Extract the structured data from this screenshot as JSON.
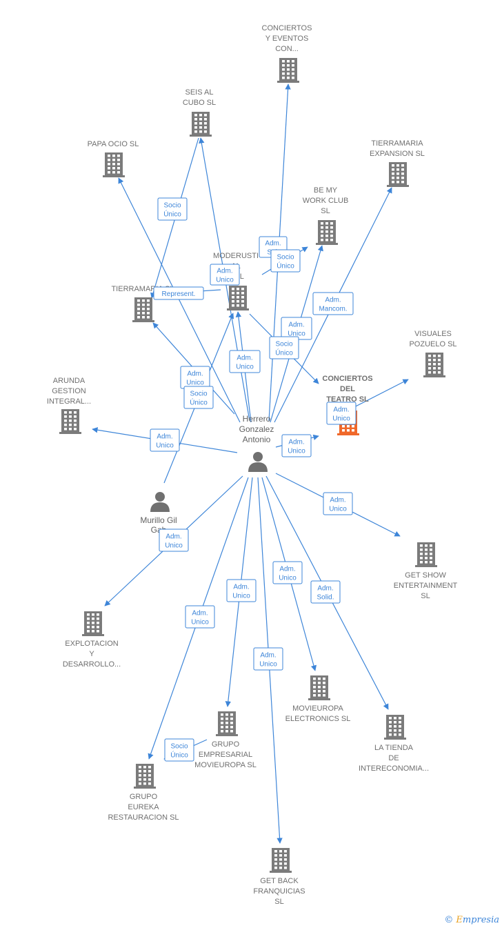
{
  "colors": {
    "edge": "#3d85d8",
    "building": "#7b7b7b",
    "building_focus": "#f0682a",
    "person": "#707070",
    "label": "#6f6f6f"
  },
  "nodes": [
    {
      "id": "conciertos_eventos",
      "kind": "company",
      "label": [
        "CONCIERTOS",
        "Y EVENTOS",
        "CON..."
      ]
    },
    {
      "id": "seis_al_cubo",
      "kind": "company",
      "label": [
        "SEIS AL",
        "CUBO SL"
      ]
    },
    {
      "id": "papa_ocio",
      "kind": "company",
      "label": [
        "PAPA OCIO SL"
      ]
    },
    {
      "id": "tierramaria_expansion",
      "kind": "company",
      "label": [
        "TIERRAMARIA",
        "EXPANSION SL"
      ]
    },
    {
      "id": "be_my_work_club",
      "kind": "company",
      "label": [
        "BE MY",
        "WORK CLUB",
        "SL"
      ]
    },
    {
      "id": "moderustic",
      "kind": "company",
      "label": [
        "MODERUSTI",
        "AL",
        "E  SL"
      ]
    },
    {
      "id": "tierramaria_sl",
      "kind": "company",
      "label": [
        "TIERRAMARIA SL"
      ]
    },
    {
      "id": "visuales_pozuelo",
      "kind": "company",
      "label": [
        "VISUALES",
        "POZUELO SL"
      ]
    },
    {
      "id": "conciertos_teatro",
      "kind": "focus",
      "label": [
        "CONCIERTOS",
        "DEL",
        "TEATRO  SL"
      ]
    },
    {
      "id": "arunda",
      "kind": "company",
      "label": [
        "ARUNDA",
        "GESTION",
        "INTEGRAL..."
      ]
    },
    {
      "id": "herrero",
      "kind": "person",
      "label": [
        "Herrero",
        "Gonzalez",
        "Antonio"
      ]
    },
    {
      "id": "murillo",
      "kind": "person",
      "label": [
        "Murillo Gil",
        "Gab"
      ]
    },
    {
      "id": "get_show",
      "kind": "company",
      "label": [
        "GET SHOW",
        "ENTERTAINMENT",
        "SL"
      ]
    },
    {
      "id": "explotacion",
      "kind": "company",
      "label": [
        "EXPLOTACION",
        "Y",
        "DESARROLLO..."
      ]
    },
    {
      "id": "movieuropa_electronics",
      "kind": "company",
      "label": [
        "MOVIEUROPA",
        "ELECTRONICS SL"
      ]
    },
    {
      "id": "grupo_empresarial",
      "kind": "company",
      "label": [
        "GRUPO",
        "EMPRESARIAL",
        "MOVIEUROPA SL"
      ]
    },
    {
      "id": "la_tienda",
      "kind": "company",
      "label": [
        "LA TIENDA",
        "DE",
        "INTERECONOMIA..."
      ]
    },
    {
      "id": "grupo_eureka",
      "kind": "company",
      "label": [
        "GRUPO",
        "EUREKA",
        "RESTAURACION SL"
      ]
    },
    {
      "id": "get_back",
      "kind": "company",
      "label": [
        "GET BACK",
        "FRANQUICIAS",
        "SL"
      ]
    }
  ],
  "edges": [
    {
      "from": "herrero",
      "to": "conciertos_eventos",
      "label": [
        "Adm.",
        "Sol."
      ]
    },
    {
      "from": "herrero",
      "to": "seis_al_cubo",
      "label": [
        "Adm.",
        "Unico"
      ]
    },
    {
      "from": "seis_al_cubo",
      "to": "tierramaria_sl",
      "label": [
        "Socio",
        "Único"
      ]
    },
    {
      "from": "herrero",
      "to": "papa_ocio",
      "label": [
        "Adm.",
        "Unico"
      ]
    },
    {
      "from": "herrero",
      "to": "tierramaria_expansion",
      "label": [
        "Adm.",
        "Mancom."
      ]
    },
    {
      "from": "herrero",
      "to": "be_my_work_club",
      "label": [
        "Adm.",
        "Unico"
      ]
    },
    {
      "from": "herrero",
      "to": "moderustic",
      "label": [
        "Adm.",
        "Unico"
      ]
    },
    {
      "from": "moderustic",
      "to": "be_my_work_club",
      "label": [
        "Socio",
        "Único"
      ]
    },
    {
      "from": "moderustic",
      "to": "conciertos_teatro",
      "label": [
        "Socio",
        "Único"
      ]
    },
    {
      "from": "herrero",
      "to": "tierramaria_sl",
      "label": [
        "Socio",
        "Único"
      ]
    },
    {
      "from": "moderustic",
      "to": "tierramaria_sl",
      "label": [
        "Represent."
      ]
    },
    {
      "from": "conciertos_teatro",
      "to": "visuales_pozuelo",
      "label": [
        "Adm.",
        "Unico"
      ]
    },
    {
      "from": "herrero",
      "to": "conciertos_teatro",
      "label": [
        "Adm.",
        "Unico"
      ]
    },
    {
      "from": "herrero",
      "to": "arunda",
      "label": [
        "Adm.",
        "Unico"
      ]
    },
    {
      "from": "murillo",
      "to": "moderustic",
      "label": []
    },
    {
      "from": "herrero",
      "to": "get_show",
      "label": [
        "Adm.",
        "Unico"
      ]
    },
    {
      "from": "herrero",
      "to": "explotacion",
      "label": [
        "Adm.",
        "Unico"
      ]
    },
    {
      "from": "herrero",
      "to": "movieuropa_electronics",
      "label": [
        "Adm.",
        "Unico"
      ]
    },
    {
      "from": "herrero",
      "to": "grupo_empresarial",
      "label": [
        "Adm.",
        "Unico"
      ]
    },
    {
      "from": "herrero",
      "to": "la_tienda",
      "label": [
        "Adm.",
        "Solid."
      ]
    },
    {
      "from": "herrero",
      "to": "grupo_eureka",
      "label": [
        "Adm.",
        "Unico"
      ]
    },
    {
      "from": "grupo_empresarial",
      "to": "grupo_eureka",
      "label": [
        "Socio",
        "Único"
      ]
    },
    {
      "from": "herrero",
      "to": "get_back",
      "label": [
        "Adm.",
        "Unico"
      ]
    }
  ],
  "brand": {
    "copyright": "©",
    "initial": "E",
    "rest": "mpresia"
  }
}
